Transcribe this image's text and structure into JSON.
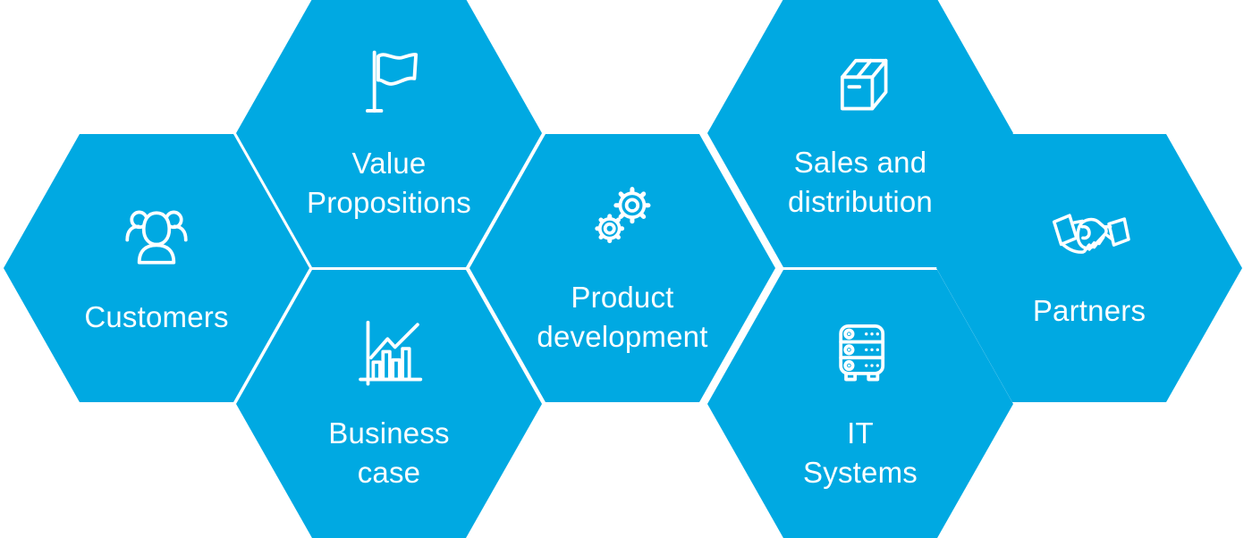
{
  "diagram": {
    "background_color": "#ffffff",
    "hex_color": "#00a9e2",
    "text_color": "#ffffff",
    "nodes": [
      {
        "id": "customers",
        "label": "Customers",
        "icon": "people-icon"
      },
      {
        "id": "value-propositions",
        "label": "Value\nPropositions",
        "icon": "flag-icon"
      },
      {
        "id": "business-case",
        "label": "Business\ncase",
        "icon": "bar-chart-icon"
      },
      {
        "id": "product-development",
        "label": "Product\ndevelopment",
        "icon": "gears-icon"
      },
      {
        "id": "sales-and-distribution",
        "label": "Sales and\ndistribution",
        "icon": "package-box-icon"
      },
      {
        "id": "it-systems",
        "label": "IT\nSystems",
        "icon": "server-icon"
      },
      {
        "id": "partners",
        "label": "Partners",
        "icon": "handshake-icon"
      }
    ]
  }
}
